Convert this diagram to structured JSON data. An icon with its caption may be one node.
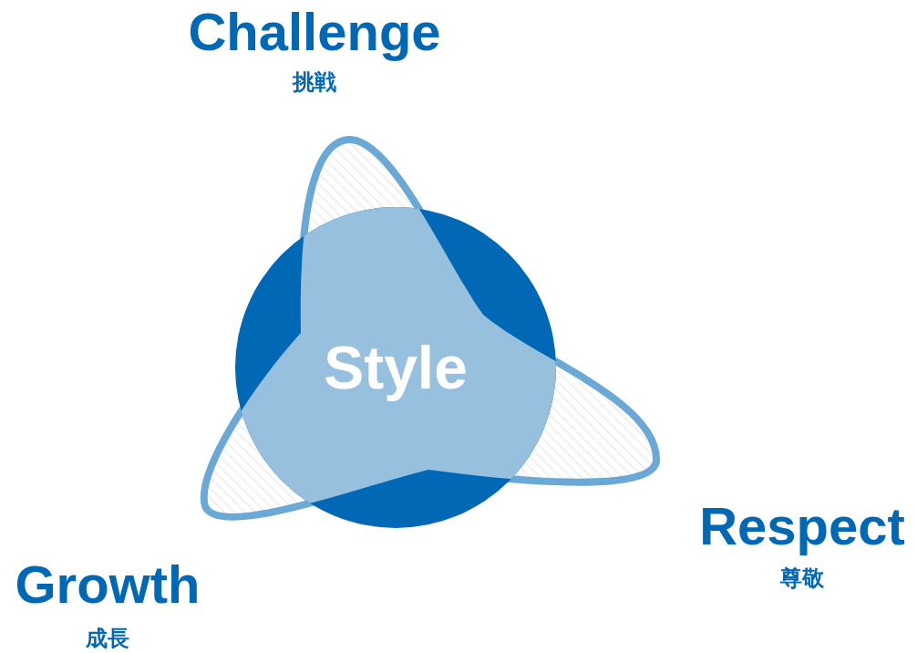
{
  "diagram": {
    "nodes": [
      {
        "text": [
          "Style"
        ]
      }
    ],
    "labels": [
      "Challenge",
      "挑戦",
      "Respect",
      "尊敬",
      "Growth",
      "成長"
    ]
  }
}
